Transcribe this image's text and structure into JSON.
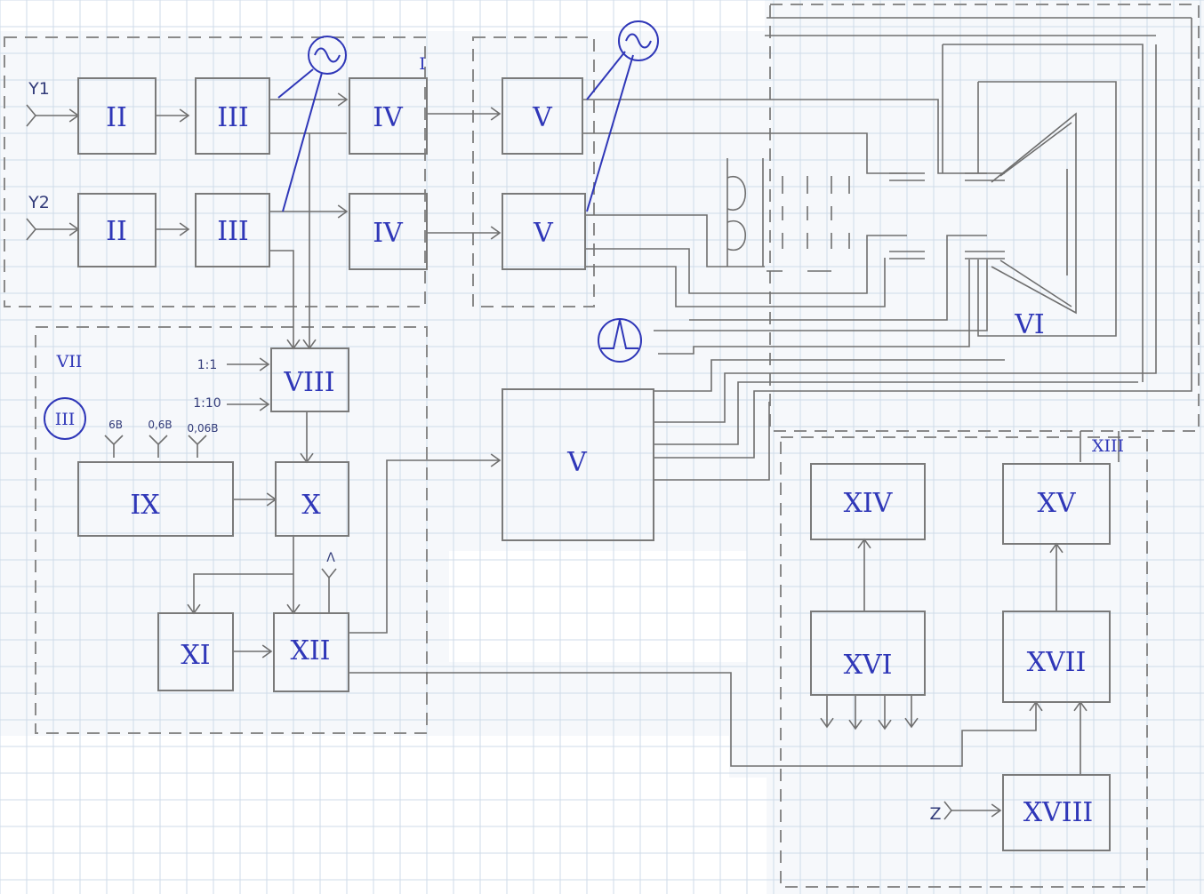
{
  "diagram": {
    "blocks": {
      "ii_a": "II",
      "iii_a": "III",
      "iv_a": "IV",
      "v_a": "V",
      "ii_b": "II",
      "iii_b": "III",
      "iv_b": "IV",
      "v_b": "V",
      "viii": "VIII",
      "ix": "IX",
      "x": "X",
      "xi": "XI",
      "xii": "XII",
      "v_c": "V",
      "vi": "VI",
      "xiv": "XIV",
      "xv": "XV",
      "xvi": "XVI",
      "xvii": "XVII",
      "xviii": "XVIII"
    },
    "region_labels": {
      "i": "I",
      "vii": "VII",
      "iii_circled": "III",
      "xiii": "XIII"
    },
    "inputs": {
      "y1": "Y1",
      "y2": "Y2",
      "ratio_1_1": "1:1",
      "ratio_1_10": "1:10",
      "v6": "6В",
      "v06": "0,6В",
      "v006": "0,06В",
      "ext": "Λ",
      "z": "Z"
    },
    "generator_icon": "sine-generator-icon",
    "pulse_icon": "pulse-generator-icon",
    "colors": {
      "ink": "#2f37b8",
      "pencil": "#7a7a7a",
      "grid": "#cfdbe8"
    }
  }
}
